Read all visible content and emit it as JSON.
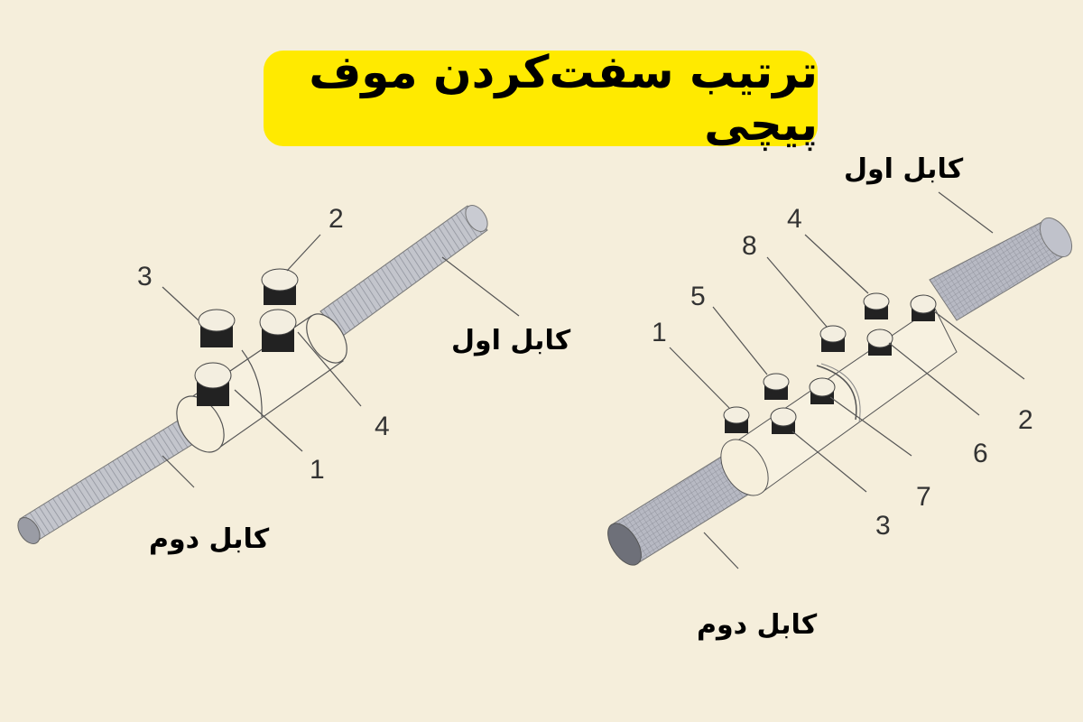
{
  "title": "ترتیب سفت‌کردن موف پیچی",
  "colors": {
    "background": "#f5eedb",
    "title_bg": "#ffea00",
    "cable": "#b9bcc6",
    "line": "#555555"
  },
  "left_diagram": {
    "cable_first_label": "کابل اول",
    "cable_second_label": "کابل دوم",
    "bolt_numbers": {
      "n1": "1",
      "n2": "2",
      "n3": "3",
      "n4": "4"
    }
  },
  "right_diagram": {
    "cable_first_label": "کابل اول",
    "cable_second_label": "کابل دوم",
    "bolt_numbers": {
      "n1": "1",
      "n2": "2",
      "n3": "3",
      "n4": "4",
      "n5": "5",
      "n6": "6",
      "n7": "7",
      "n8": "8"
    }
  }
}
